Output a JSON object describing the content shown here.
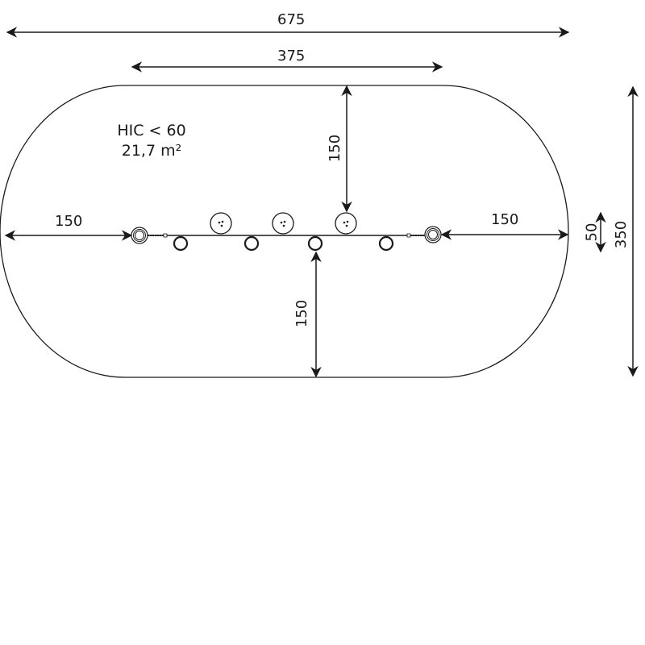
{
  "diagram": {
    "type": "playground equipment site plan",
    "info": {
      "hic": "HIC < 60",
      "area": "21,7 m²"
    },
    "dimensions": {
      "overall_length": "675",
      "equipment_length": "375",
      "top_clearance": "150",
      "bottom_clearance": "150",
      "left_clearance": "150",
      "right_clearance": "150",
      "equipment_width": "50",
      "overall_width": "350"
    },
    "elements": {
      "safety_zone": "stadium-shaped safety area",
      "posts": [
        "left-anchor-post",
        "right-anchor-post"
      ],
      "stepping_stones_top": 3,
      "stepping_rings_bottom": 4
    },
    "colors": {
      "line": "#1a1a1a",
      "background": "#ffffff"
    }
  }
}
